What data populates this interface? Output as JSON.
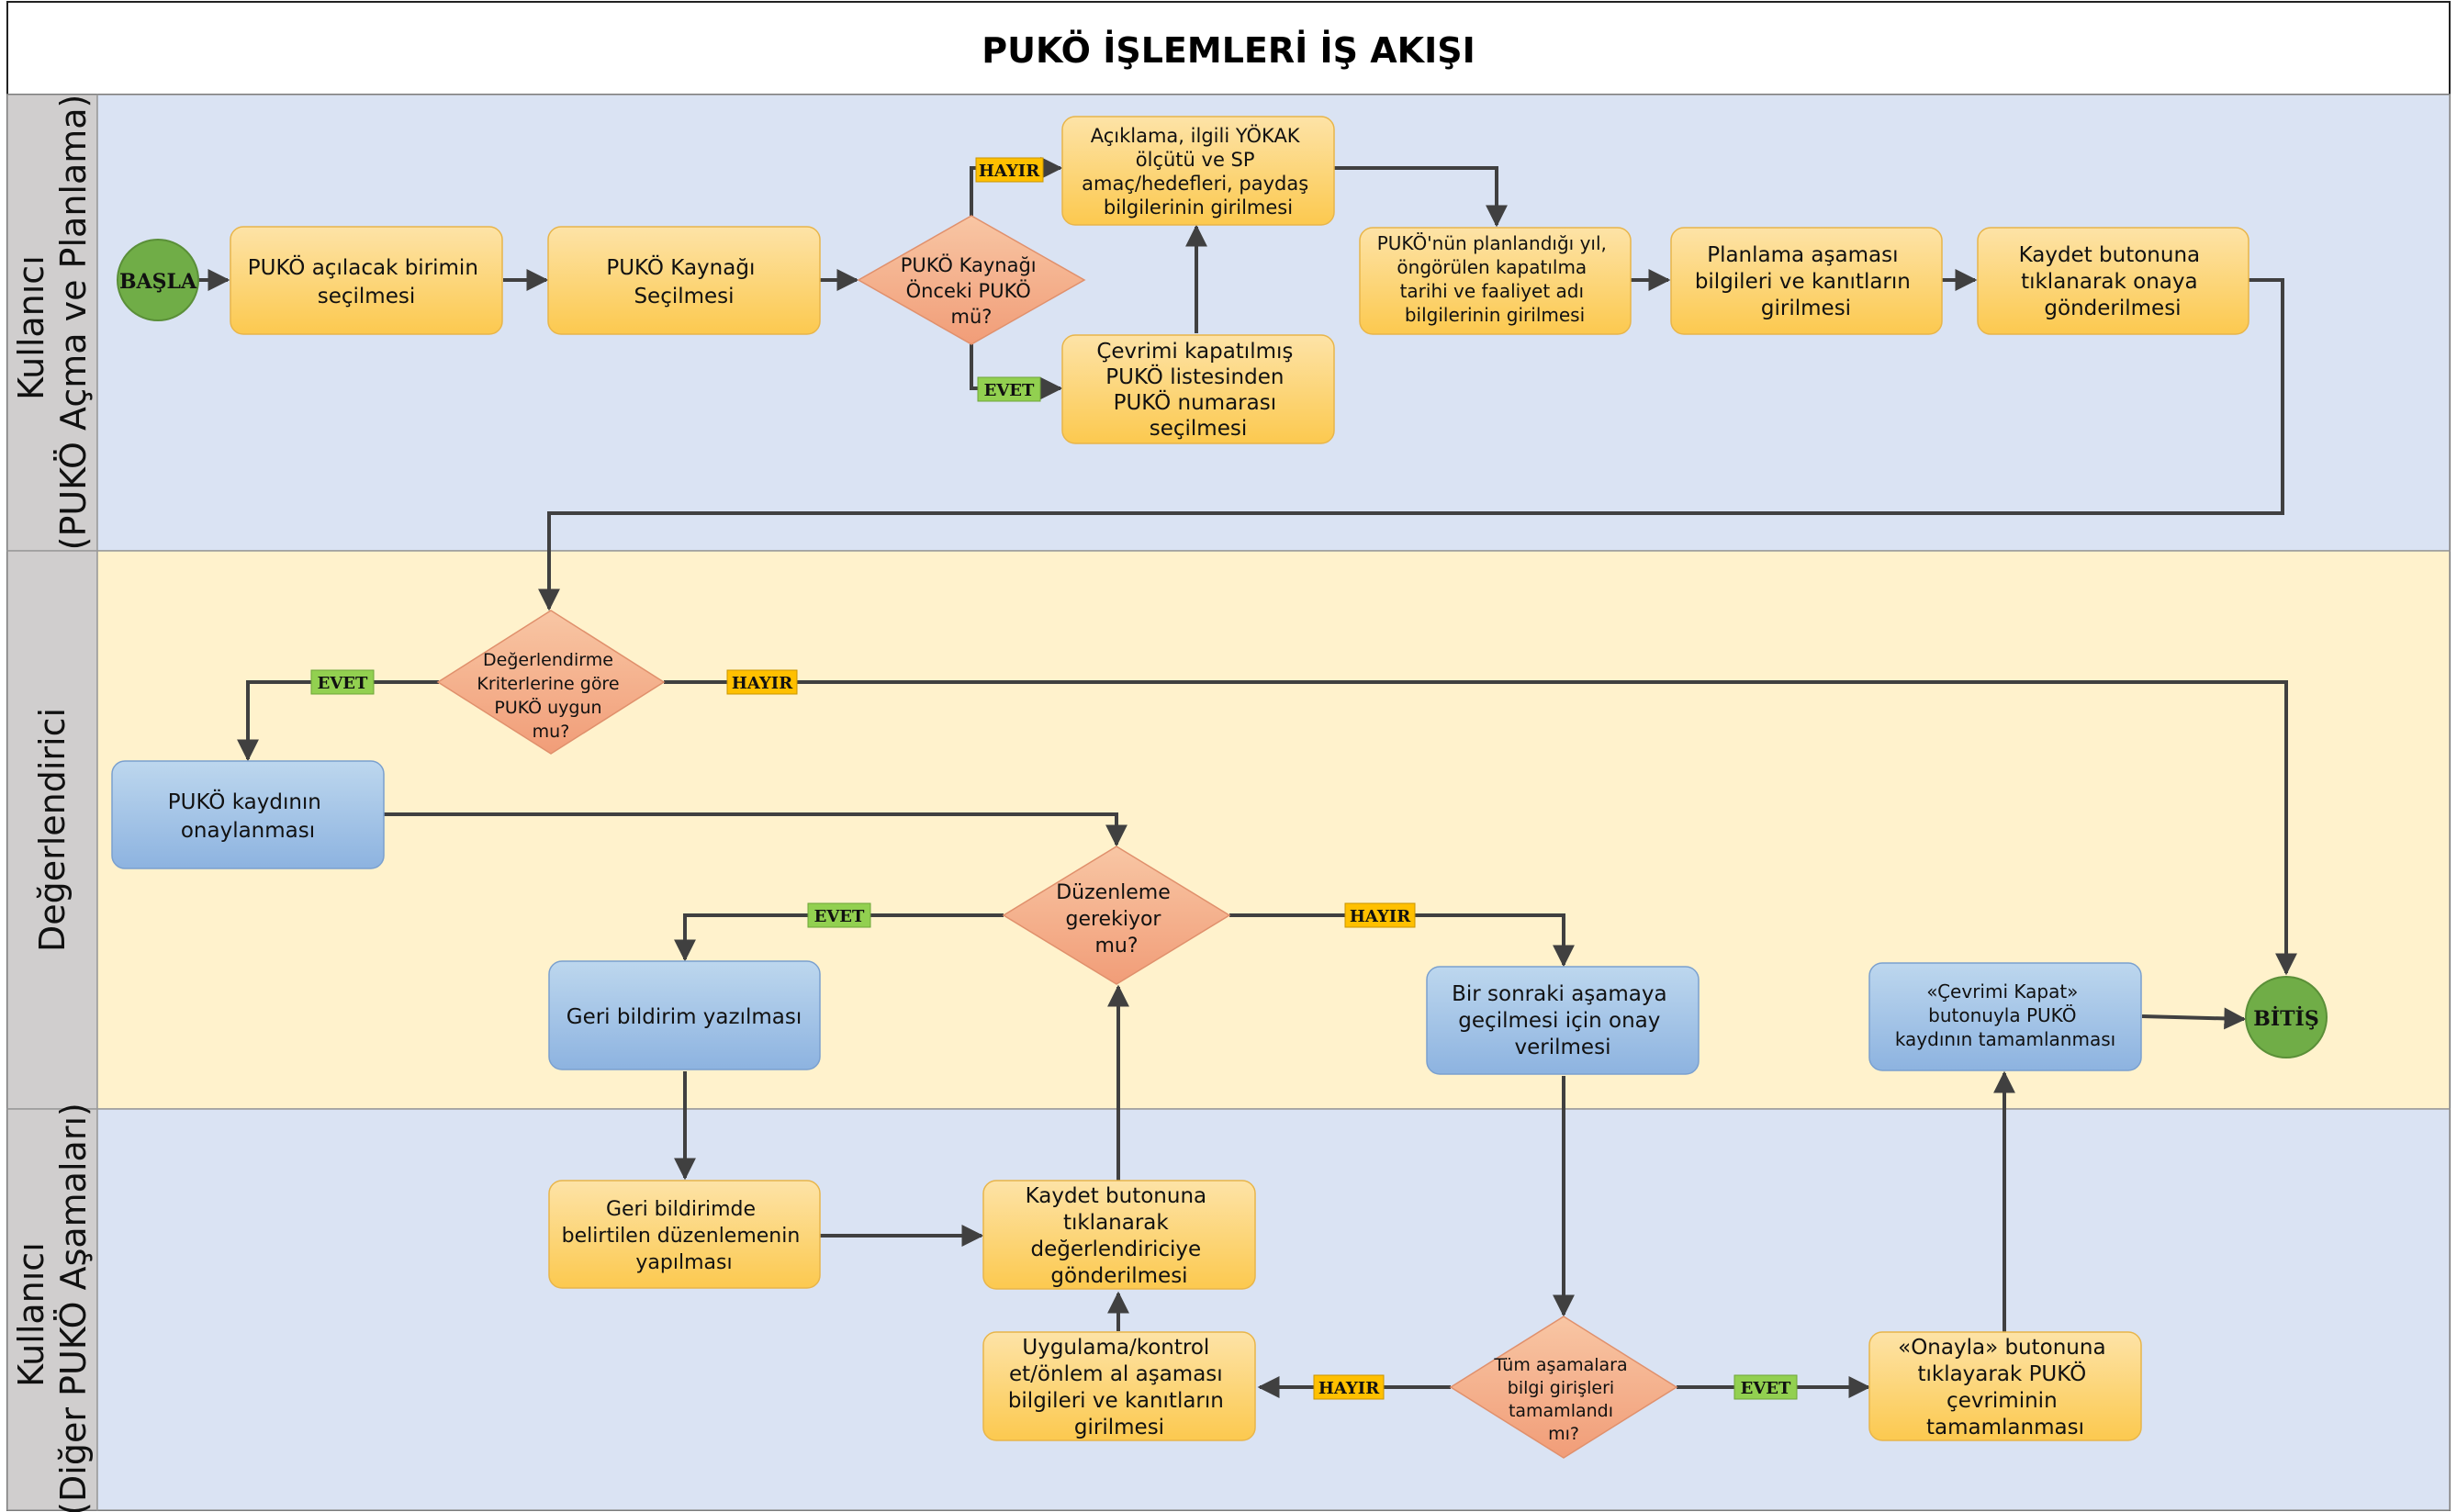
{
  "title": "PUKÖ İŞLEMLERİ İŞ AKIŞI",
  "colors": {
    "lane_blue": "#dae3f3",
    "lane_yellow": "#fff2cc",
    "lane_header": "#d0cece",
    "task_orange": "#fdd57e",
    "task_blue": "#9dc3e6",
    "decision": "#f4b183",
    "terminal": "#70ad47",
    "tag_yes": "#92d050",
    "tag_no": "#ffc000",
    "line": "#404040"
  },
  "lanes": [
    {
      "id": "lane1",
      "lines": [
        "Kullanıcı",
        "(PUKÖ Açma ve Planlama)"
      ]
    },
    {
      "id": "lane2",
      "lines": [
        "Değerlendirici"
      ]
    },
    {
      "id": "lane3",
      "lines": [
        "Kullanıcı",
        "(Diğer PUKÖ Aşamaları)"
      ]
    }
  ],
  "nodes": {
    "start": {
      "lines": [
        "BAŞLA"
      ]
    },
    "end": {
      "lines": [
        "BİTİŞ"
      ]
    },
    "t1": {
      "lines": [
        "PUKÖ açılacak birimin",
        "seçilmesi"
      ]
    },
    "t2": {
      "lines": [
        "PUKÖ Kaynağı",
        "Seçilmesi"
      ]
    },
    "d1": {
      "lines": [
        "PUKÖ Kaynağı",
        "Önceki PUKÖ",
        "mü?"
      ]
    },
    "t3": {
      "lines": [
        "Açıklama, ilgili YÖKAK",
        "ölçütü ve SP",
        "amaç/hedefleri, paydaş",
        "bilgilerinin girilmesi"
      ]
    },
    "t4": {
      "lines": [
        "Çevrimi kapatılmış",
        "PUKÖ listesinden",
        "PUKÖ numarası",
        "seçilmesi"
      ]
    },
    "t5": {
      "lines": [
        "PUKÖ'nün planlandığı yıl,",
        "öngörülen kapatılma",
        "tarihi ve faaliyet adı",
        "bilgilerinin girilmesi"
      ]
    },
    "t6": {
      "lines": [
        "Planlama aşaması",
        "bilgileri ve kanıtların",
        "girilmesi"
      ]
    },
    "t7": {
      "lines": [
        "Kaydet butonuna",
        "tıklanarak onaya",
        "gönderilmesi"
      ]
    },
    "d2": {
      "lines": [
        "Değerlendirme",
        "Kriterlerine göre",
        "PUKÖ uygun",
        "mu?"
      ]
    },
    "b1": {
      "lines": [
        "PUKÖ kaydının",
        "onaylanması"
      ]
    },
    "d3": {
      "lines": [
        "Düzenleme",
        "gerekiyor",
        "mu?"
      ]
    },
    "b2": {
      "lines": [
        "Geri bildirim yazılması"
      ]
    },
    "b3": {
      "lines": [
        "Bir sonraki aşamaya",
        "geçilmesi için onay",
        "verilmesi"
      ]
    },
    "b4": {
      "lines": [
        "«Çevrimi Kapat»",
        "butonuyla PUKÖ",
        "kaydının tamamlanması"
      ]
    },
    "t8": {
      "lines": [
        "Geri bildirimde",
        "belirtilen düzenlemenin",
        "yapılması"
      ]
    },
    "t9": {
      "lines": [
        "Kaydet butonuna",
        "tıklanarak",
        "değerlendiriciye",
        "gönderilmesi"
      ]
    },
    "t10": {
      "lines": [
        "Uygulama/kontrol",
        "et/önlem al aşaması",
        "bilgileri ve kanıtların",
        "girilmesi"
      ]
    },
    "d4": {
      "lines": [
        "Tüm aşamalara",
        "bilgi girişleri",
        "tamamlandı",
        "mı?"
      ]
    },
    "t11": {
      "lines": [
        "«Onayla» butonuna",
        "tıklayarak PUKÖ",
        "çevriminin",
        "tamamlanması"
      ]
    }
  },
  "tags": {
    "yes": "EVET",
    "no": "HAYIR"
  }
}
